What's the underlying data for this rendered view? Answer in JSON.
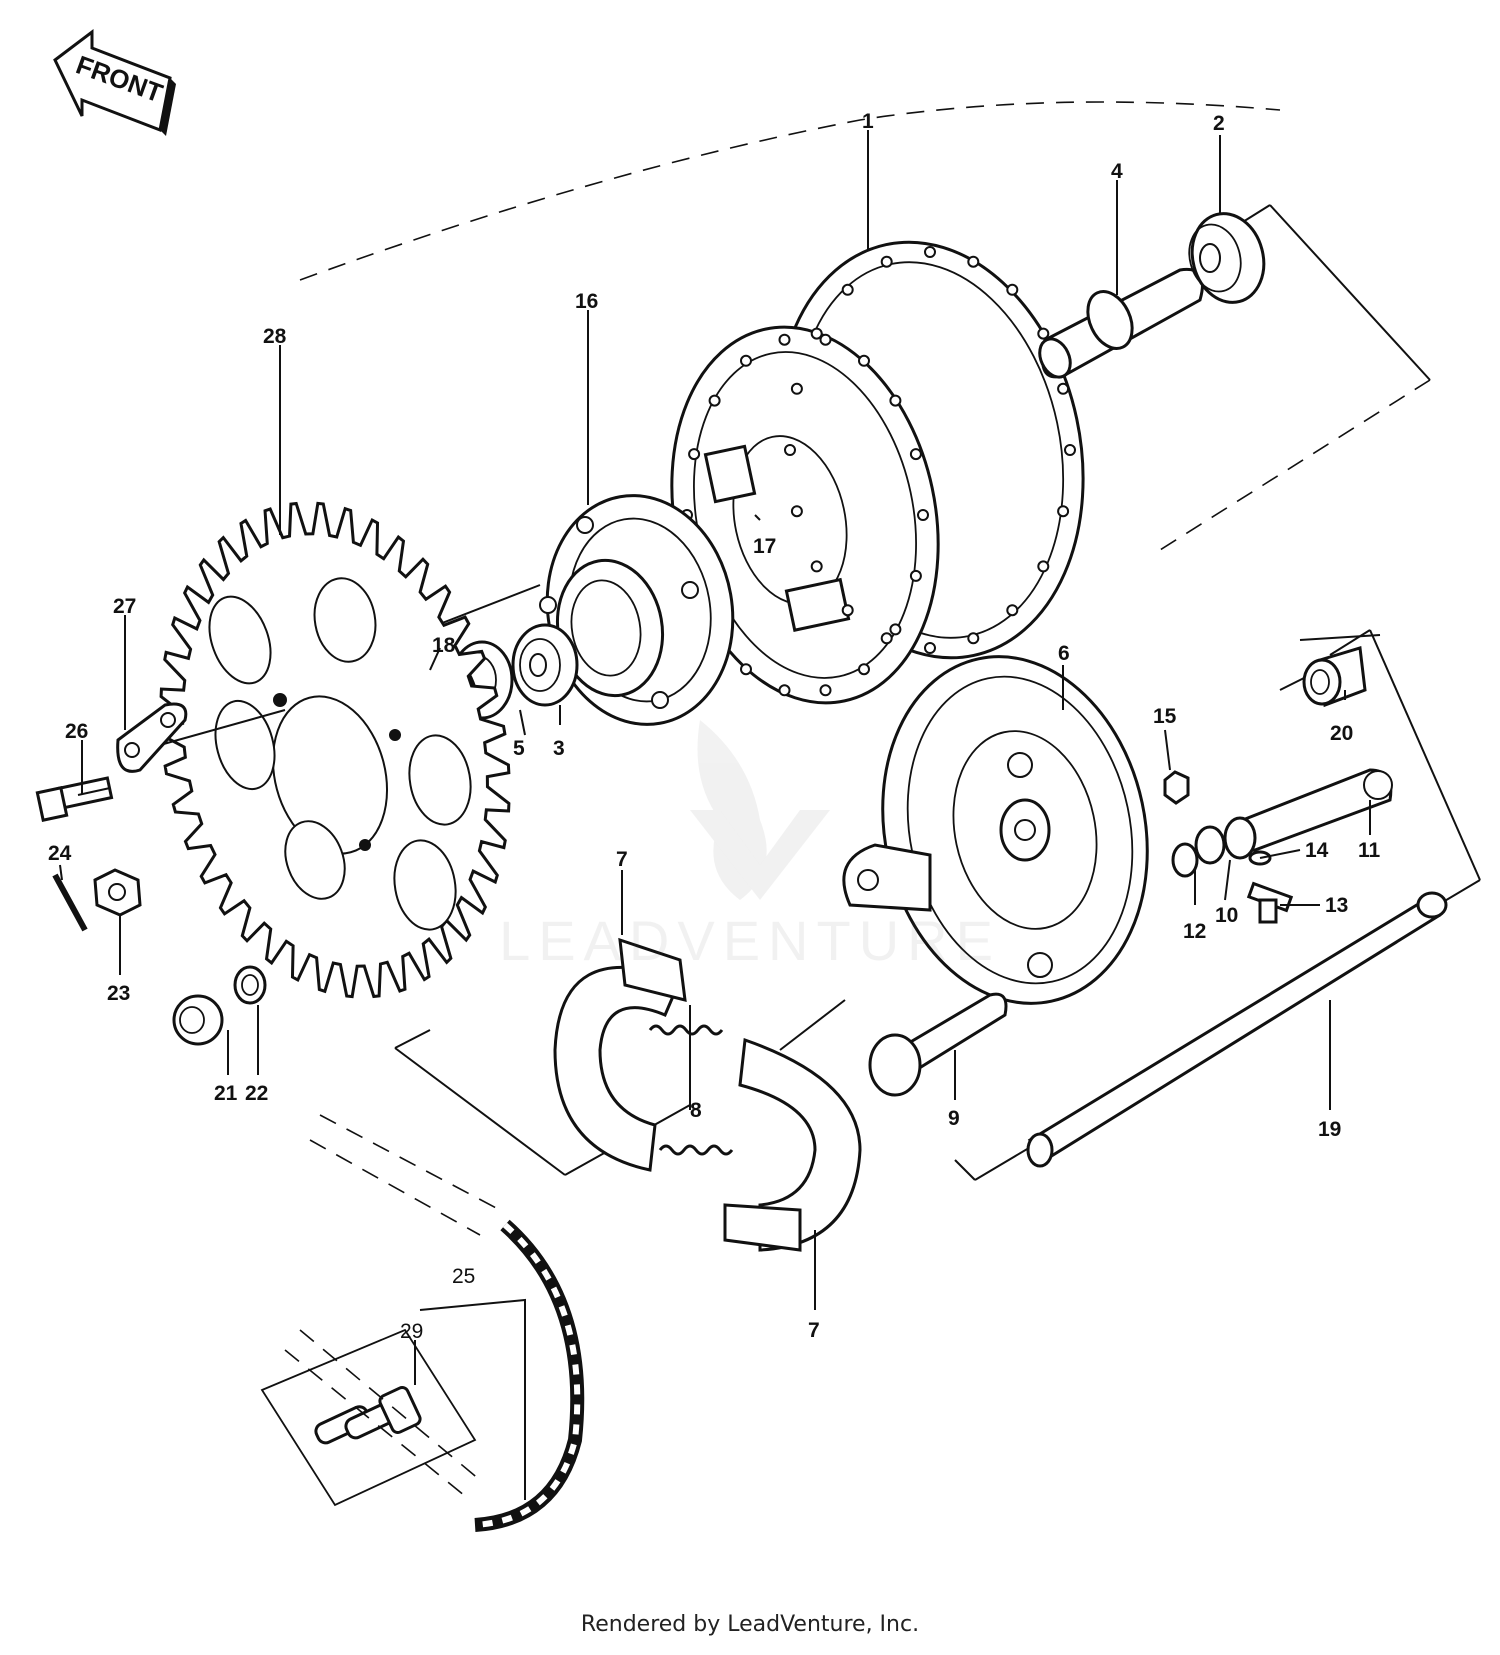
{
  "front_arrow": {
    "label": "FRONT"
  },
  "callouts": {
    "c1": "1",
    "c2": "2",
    "c3": "3",
    "c4": "4",
    "c5": "5",
    "c6": "6",
    "c7a": "7",
    "c7b": "7",
    "c8": "8",
    "c9": "9",
    "c10": "10",
    "c11": "11",
    "c12": "12",
    "c13": "13",
    "c14": "14",
    "c15": "15",
    "c16": "16",
    "c17": "17",
    "c18": "18",
    "c19": "19",
    "c20": "20",
    "c21": "21",
    "c22": "22",
    "c23": "23",
    "c24": "24",
    "c25": "25",
    "c26": "26",
    "c27": "27",
    "c28": "28",
    "c29": "29"
  },
  "watermark": {
    "text": "LEADVENTURE"
  },
  "credit": "Rendered by LeadVenture, Inc."
}
